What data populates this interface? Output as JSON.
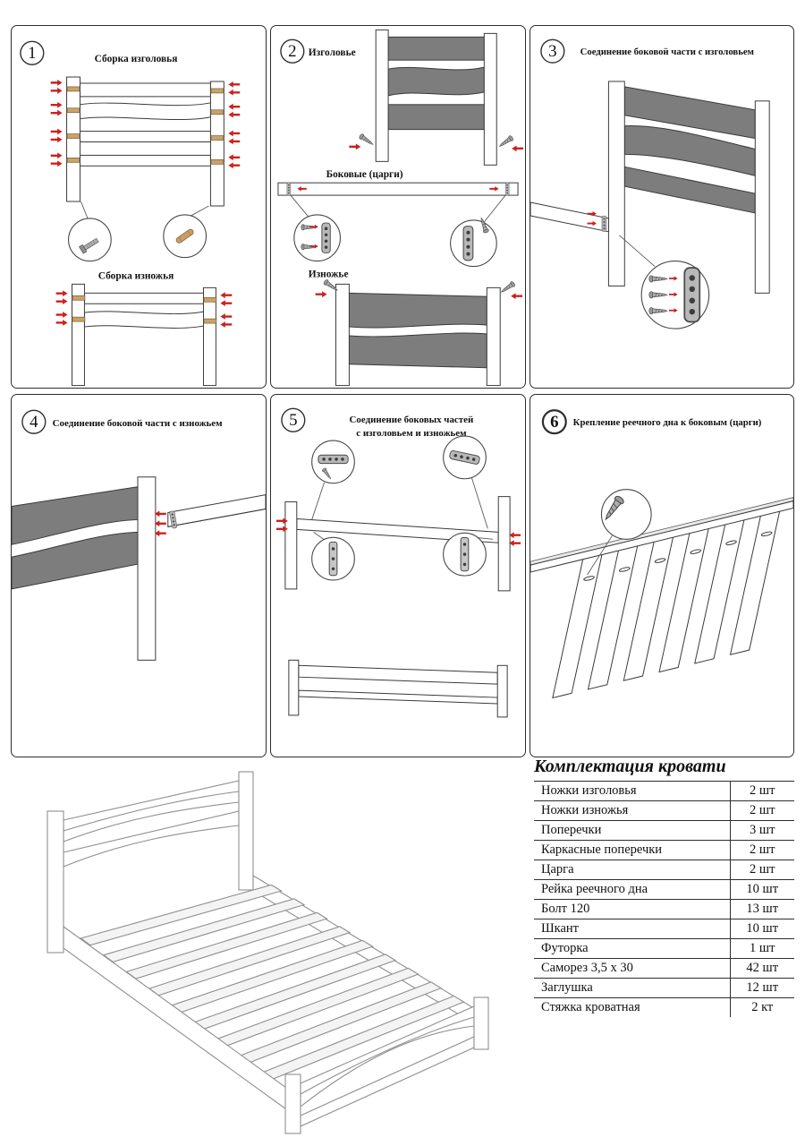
{
  "panels": {
    "p1": {
      "num": "1",
      "title_top": "Сборка изголовья",
      "title_bottom": "Сборка изножья"
    },
    "p2": {
      "num": "2",
      "label_head": "Изголовье",
      "label_side": "Боковые (царги)",
      "label_foot": "Изножье"
    },
    "p3": {
      "num": "3",
      "title": "Соединение боковой части с изголовьем"
    },
    "p4": {
      "num": "4",
      "title": "Соединение боковой части с изножьем"
    },
    "p5": {
      "num": "5",
      "title_line1": "Соединение боковых частей",
      "title_line2": "с изголовьем и изножьем"
    },
    "p6": {
      "num": "6",
      "title": "Крепление реечного дна к боковым (царги)"
    }
  },
  "parts": {
    "title": "Комплектация кровати",
    "rows": [
      {
        "name": "Ножки изголовья",
        "qty": "2 шт"
      },
      {
        "name": "Ножки изножья",
        "qty": "2 шт"
      },
      {
        "name": "Поперечки",
        "qty": "3 шт"
      },
      {
        "name": "Каркасные поперечки",
        "qty": "2 шт"
      },
      {
        "name": "Царга",
        "qty": "2 шт"
      },
      {
        "name": "Рейка реечного дна",
        "qty": "10 шт"
      },
      {
        "name": "Болт 120",
        "qty": "13 шт"
      },
      {
        "name": "Шкант",
        "qty": "10 шт"
      },
      {
        "name": "Футорка",
        "qty": "1 шт"
      },
      {
        "name": "Саморез 3,5 x 30",
        "qty": "42 шт"
      },
      {
        "name": "Заглушка",
        "qty": "12 шт"
      },
      {
        "name": "Стяжка кроватная",
        "qty": "2 кт"
      }
    ]
  }
}
